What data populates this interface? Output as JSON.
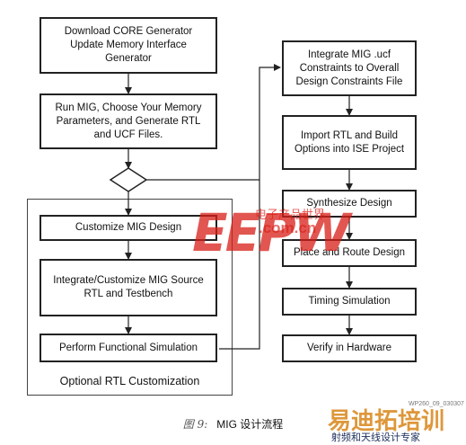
{
  "steps": {
    "download": "Download CORE Generator Update Memory Interface Generator",
    "run_mig": "Run MIG, Choose Your Memory Parameters, and Generate RTL and UCF Files.",
    "customize": "Customize MIG Design",
    "integrate_src": "Integrate/Customize MIG Source RTL and Testbench",
    "functional_sim": "Perform Functional Simulation",
    "integrate_ucf": "Integrate MIG .ucf Constraints to Overall Design Constraints File",
    "import_rtl": "Import RTL and Build Options into ISE Project",
    "synthesize": "Synthesize Design",
    "place_route": "Place and Route Design",
    "timing_sim": "Timing Simulation",
    "verify": "Verify in Hardware"
  },
  "optional_label": "Optional RTL Customization",
  "figure_id": "WP260_09_030307",
  "caption": {
    "figure": "图 9:",
    "title": "MIG 设计流程"
  },
  "watermark": {
    "epw": "EEPW",
    "chinese": "电子产品世界",
    "url": ".com.cn",
    "brand": "易迪拓培训",
    "brand_sub": "射频和天线设计专家"
  },
  "colors": {
    "line": "#222222",
    "watermark_red": "#d91e18",
    "watermark_orange": "#d9861a",
    "watermark_navy": "#1b2d5c"
  }
}
